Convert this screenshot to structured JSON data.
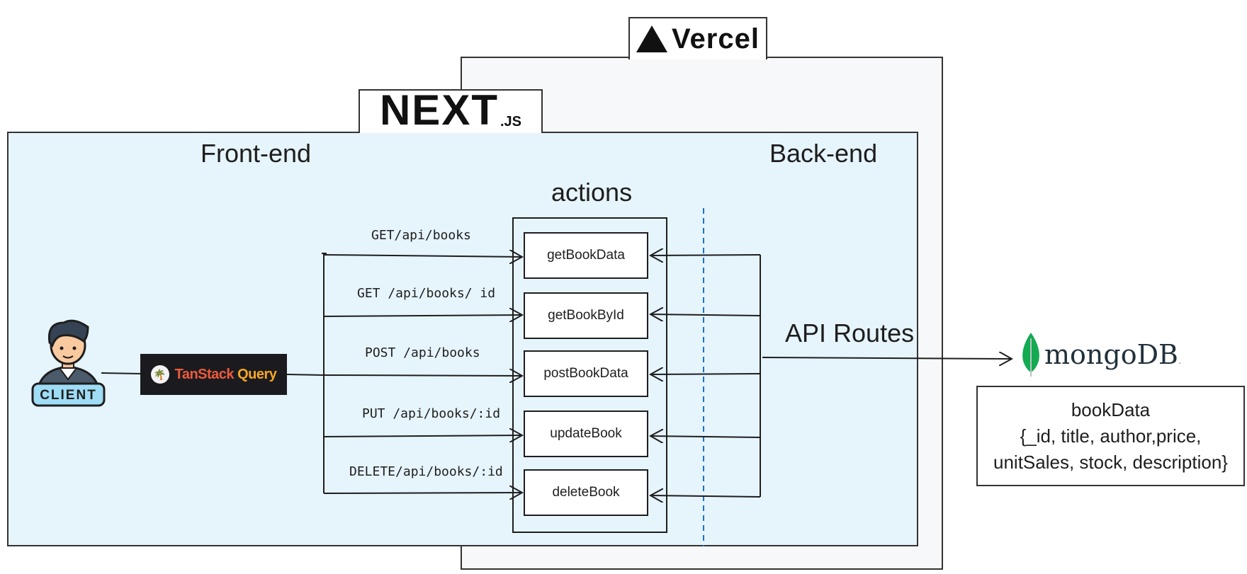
{
  "vercel": {
    "label": "Vercel"
  },
  "nextjs": {
    "label": "NEXT",
    "suffix": ".JS"
  },
  "sections": {
    "frontend": "Front-end",
    "backend": "Back-end"
  },
  "actions": {
    "title": "actions",
    "items": [
      "getBookData",
      "getBookById",
      "postBookData",
      "updateBook",
      "deleteBook"
    ]
  },
  "routes": [
    "GET/api/books",
    "GET /api/books/ id",
    "POST /api/books",
    "PUT /api/books/:id",
    "DELETE/api/books/:id"
  ],
  "api_routes": "API Routes",
  "client": {
    "badge": "CLIENT"
  },
  "tanstack": {
    "label_a": "TanStack",
    "label_b": " Query"
  },
  "mongodb": {
    "label": "mongoDB",
    "mark": "."
  },
  "database": {
    "title": "bookData",
    "line1": "{_id, title, author,price,",
    "line2": "unitSales, stock, description}"
  },
  "colors": {
    "vercel_panel": "#f7f8fa",
    "next_panel": "#e6f4fc",
    "divider": "#1a73c9",
    "mongo_leaf": "#13aa52",
    "tanstack_bg": "#1b1b1f"
  }
}
